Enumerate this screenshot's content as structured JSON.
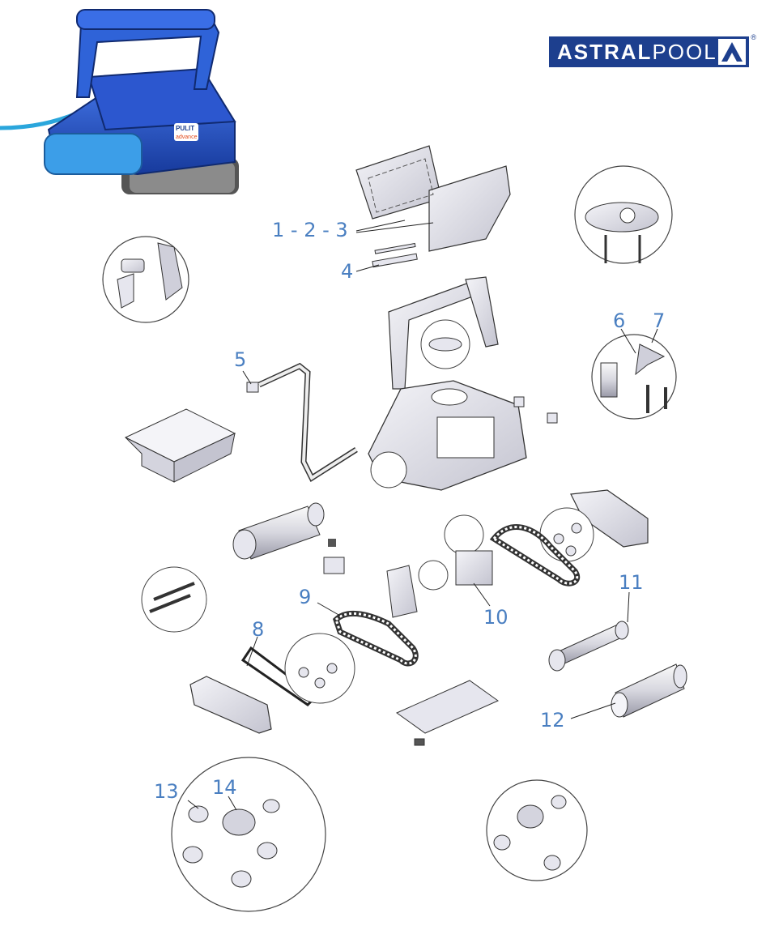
{
  "brand": {
    "bold": "ASTRAL",
    "light": "POOL",
    "reg_mark": "®"
  },
  "product_label": {
    "line1": "PULIT",
    "line2": "advance"
  },
  "callouts": [
    {
      "id": "c1-2-3",
      "text": "1 - 2 - 3"
    },
    {
      "id": "c4",
      "text": "4"
    },
    {
      "id": "c5",
      "text": "5"
    },
    {
      "id": "c6",
      "text": "6"
    },
    {
      "id": "c7",
      "text": "7"
    },
    {
      "id": "c8",
      "text": "8"
    },
    {
      "id": "c9",
      "text": "9"
    },
    {
      "id": "c10",
      "text": "10"
    },
    {
      "id": "c11",
      "text": "11"
    },
    {
      "id": "c12",
      "text": "12"
    },
    {
      "id": "c13",
      "text": "13"
    },
    {
      "id": "c14",
      "text": "14"
    }
  ],
  "colors": {
    "brand_blue": "#1d3f8e",
    "callout_blue": "#4a7fc1",
    "part_fill": "#e6e6ee",
    "line": "#333333",
    "robot_blue": "#2a55c8"
  }
}
